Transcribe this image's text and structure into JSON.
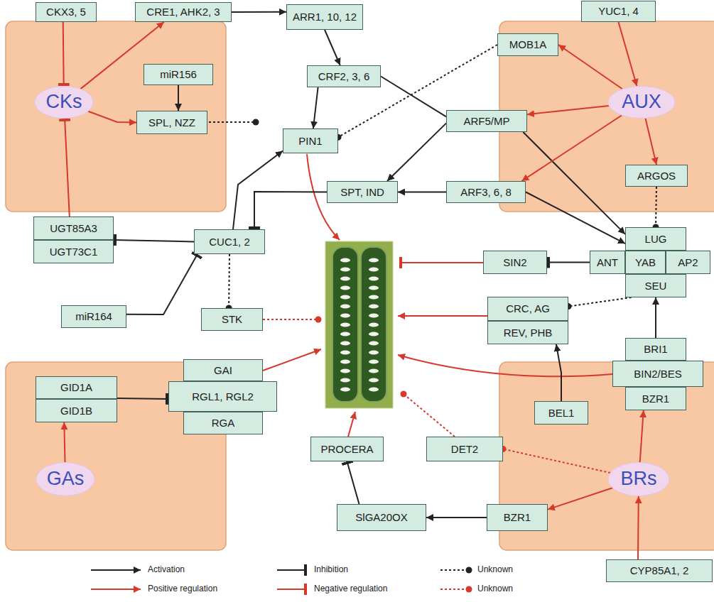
{
  "diagram": {
    "nodes": [
      {
        "text": [
          "CKX3, 5"
        ]
      },
      {
        "text": [
          "CRE1, AHK2, 3"
        ]
      },
      {
        "text": [
          "ARR1, 10, 12"
        ]
      },
      {
        "text": [
          "MOB1A"
        ]
      },
      {
        "text": [
          "YUC1, 4"
        ]
      },
      {
        "text": [
          "CKs"
        ]
      },
      {
        "text": [
          "miR156"
        ]
      },
      {
        "text": [
          "SPL, NZZ"
        ]
      },
      {
        "text": [
          "CRF2, 3, 6"
        ]
      },
      {
        "text": [
          "PIN1"
        ]
      },
      {
        "text": [
          "ARF5/MP"
        ]
      },
      {
        "text": [
          "AUX"
        ]
      },
      {
        "text": [
          "ARGOS"
        ]
      },
      {
        "text": [
          "SPT, IND"
        ]
      },
      {
        "text": [
          "ARF3, 6, 8"
        ]
      },
      {
        "text": [
          "UGT85A3"
        ]
      },
      {
        "text": [
          "UGT73C1"
        ]
      },
      {
        "text": [
          "CUC1, 2"
        ]
      },
      {
        "text": [
          "LUG"
        ]
      },
      {
        "text": [
          "ANT"
        ]
      },
      {
        "text": [
          "YAB"
        ]
      },
      {
        "text": [
          "AP2"
        ]
      },
      {
        "text": [
          "SEU"
        ]
      },
      {
        "text": [
          "SIN2"
        ]
      },
      {
        "text": [
          "miR164"
        ]
      },
      {
        "text": [
          "STK"
        ]
      },
      {
        "text": [
          "CRC, AG"
        ]
      },
      {
        "text": [
          "REV, PHB"
        ]
      },
      {
        "text": [
          "GAI"
        ]
      },
      {
        "text": [
          "GID1A"
        ]
      },
      {
        "text": [
          "GID1B"
        ]
      },
      {
        "text": [
          "RGL1, RGL2"
        ]
      },
      {
        "text": [
          "RGA"
        ]
      },
      {
        "text": [
          "BRI1"
        ]
      },
      {
        "text": [
          "BIN2/BES"
        ]
      },
      {
        "text": [
          "BZR1"
        ]
      },
      {
        "text": [
          "BEL1"
        ]
      },
      {
        "text": [
          "GAs"
        ]
      },
      {
        "text": [
          "PROCERA"
        ]
      },
      {
        "text": [
          "DET2"
        ]
      },
      {
        "text": [
          "BRs"
        ]
      },
      {
        "text": [
          "SlGA20OX"
        ]
      },
      {
        "text": [
          "BZR1"
        ]
      },
      {
        "text": [
          "CYP85A1, 2"
        ]
      }
    ],
    "edges": [
      {
        "from": 0,
        "to": 5,
        "arrow": "to"
      },
      {
        "from": 5,
        "to": 1,
        "arrow": "to"
      },
      {
        "from": 1,
        "to": 2,
        "arrow": "to"
      },
      {
        "from": 5,
        "to": 7,
        "arrow": "to"
      },
      {
        "from": 6,
        "to": 7,
        "arrow": "to"
      },
      {
        "from": 2,
        "to": 8,
        "arrow": "to"
      },
      {
        "from": 8,
        "to": 9,
        "arrow": "to"
      },
      {
        "from": 8,
        "to": 10,
        "arrow": "none"
      },
      {
        "from": 10,
        "to": 13,
        "arrow": "to"
      },
      {
        "from": 10,
        "to": 18,
        "arrow": "to"
      },
      {
        "from": 14,
        "to": 13,
        "arrow": "to"
      },
      {
        "from": 14,
        "to": 18,
        "arrow": "to"
      },
      {
        "from": 11,
        "to": 3,
        "arrow": "to"
      },
      {
        "from": 11,
        "to": 10,
        "arrow": "to"
      },
      {
        "from": 11,
        "to": 14,
        "arrow": "to"
      },
      {
        "from": 11,
        "to": 12,
        "arrow": "to"
      },
      {
        "from": 4,
        "to": 11,
        "arrow": "to"
      },
      {
        "from": 3,
        "to": 9,
        "arrow": "to"
      },
      {
        "from": 12,
        "to": 18,
        "arrow": "to"
      },
      {
        "from": 17,
        "to": 9,
        "arrow": "to"
      },
      {
        "from": 13,
        "to": 17,
        "arrow": "to"
      },
      {
        "from": 17,
        "to": 15,
        "arrow": "to"
      },
      {
        "from": 15,
        "to": 5,
        "arrow": "to"
      },
      {
        "from": 24,
        "to": 17,
        "arrow": "to"
      },
      {
        "from": 17,
        "to": 25,
        "arrow": "to"
      },
      {
        "from": 19,
        "to": 23,
        "arrow": "to"
      },
      {
        "from": 22,
        "to": 26,
        "arrow": "to"
      },
      {
        "from": 36,
        "to": 27,
        "arrow": "to"
      },
      {
        "from": 33,
        "to": 22,
        "arrow": "to"
      },
      {
        "from": 40,
        "to": 35,
        "arrow": "to"
      },
      {
        "from": 40,
        "to": 42,
        "arrow": "to"
      },
      {
        "from": 40,
        "to": 39,
        "arrow": "to"
      },
      {
        "from": 43,
        "to": 40,
        "arrow": "to"
      },
      {
        "from": 42,
        "to": 41,
        "arrow": "to"
      },
      {
        "from": 41,
        "to": 38,
        "arrow": "to"
      },
      {
        "from": 37,
        "to": 30,
        "arrow": "to"
      },
      {
        "from": 29,
        "to": 31,
        "arrow": "to"
      }
    ],
    "legend": [
      {
        "text": "Activation"
      },
      {
        "text": "Positive regulation"
      },
      {
        "text": "Inhibition"
      },
      {
        "text": "Negative regulation"
      },
      {
        "text": "Unknown"
      },
      {
        "text": "Unknown"
      }
    ]
  }
}
